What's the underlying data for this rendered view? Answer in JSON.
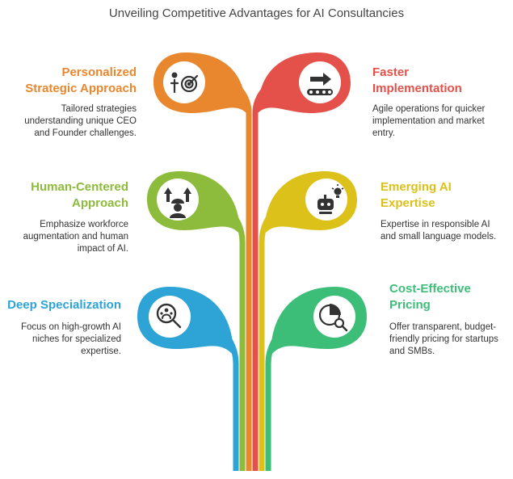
{
  "title": "Unveiling Competitive Advantages for AI Consultancies",
  "colors": {
    "orange": "#E8872E",
    "red": "#E4514A",
    "green": "#8DBB3B",
    "yellow": "#DDC11B",
    "blue": "#2EA3D6",
    "teal": "#3DBE78"
  },
  "items": [
    {
      "heading_lines": [
        "Personalized",
        "Strategic Approach"
      ],
      "desc_lines": [
        "Tailored strategies",
        "understanding unique CEO",
        "and Founder challenges."
      ],
      "icon": "person-target-icon",
      "color_key": "orange"
    },
    {
      "heading_lines": [
        "Faster",
        "Implementation"
      ],
      "desc_lines": [
        "Agile operations for quicker",
        "implementation and market",
        "entry."
      ],
      "icon": "conveyor-arrow-icon",
      "color_key": "red"
    },
    {
      "heading_lines": [
        "Human-Centered",
        "Approach"
      ],
      "desc_lines": [
        "Emphasize workforce",
        "augmentation and human",
        "impact of AI."
      ],
      "icon": "worker-growth-icon",
      "color_key": "green"
    },
    {
      "heading_lines": [
        "Emerging AI",
        "Expertise"
      ],
      "desc_lines": [
        "Expertise in responsible AI",
        "and small language models."
      ],
      "icon": "robot-idea-icon",
      "color_key": "yellow"
    },
    {
      "heading_lines": [
        "Deep Specialization"
      ],
      "desc_lines": [
        "Focus on high-growth AI",
        "niches for specialized",
        "expertise."
      ],
      "icon": "magnifier-people-icon",
      "color_key": "blue"
    },
    {
      "heading_lines": [
        "Cost-Effective",
        "Pricing"
      ],
      "desc_lines": [
        "Offer transparent, budget-",
        "friendly pricing for startups",
        "and SMBs."
      ],
      "icon": "pie-chart-magnifier-icon",
      "color_key": "teal"
    }
  ]
}
